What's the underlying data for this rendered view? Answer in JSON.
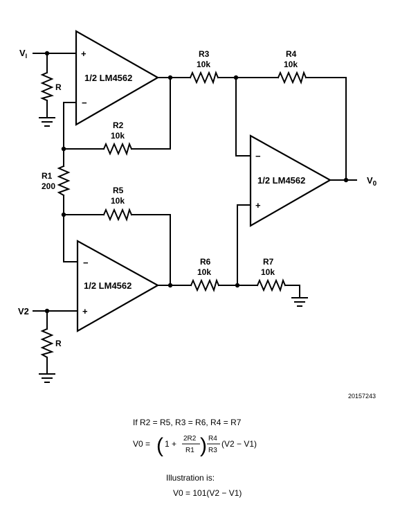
{
  "inputs": {
    "v1": "V",
    "v1_sub": "I",
    "v2": "V2",
    "output": "V",
    "output_sub": "0"
  },
  "amplifiers": {
    "top": "1/2 LM4562",
    "bottom": "1/2 LM4562",
    "right": "1/2 LM4562"
  },
  "pins": {
    "plus": "+",
    "minus": "−"
  },
  "resistors": {
    "r_in_top": {
      "name": "R"
    },
    "r_in_bottom": {
      "name": "R"
    },
    "r1": {
      "name": "R1",
      "value": "200"
    },
    "r2": {
      "name": "R2",
      "value": "10k"
    },
    "r3": {
      "name": "R3",
      "value": "10k"
    },
    "r4": {
      "name": "R4",
      "value": "10k"
    },
    "r5": {
      "name": "R5",
      "value": "10k"
    },
    "r6": {
      "name": "R6",
      "value": "10k"
    },
    "r7": {
      "name": "R7",
      "value": "10k"
    }
  },
  "figure_code": "20157243",
  "equations": {
    "condition": "If R2 = R5, R3 = R6, R4 = R7",
    "lhs": "V0 =",
    "one_plus": "1 +",
    "num1": "2R2",
    "den1": "R1",
    "num2": "R4",
    "den2": "R3",
    "tail": "(V2 − V1)",
    "illustration_label": "Illustration is:",
    "illustration_eq": "V0 = 101(V2 − V1)"
  }
}
